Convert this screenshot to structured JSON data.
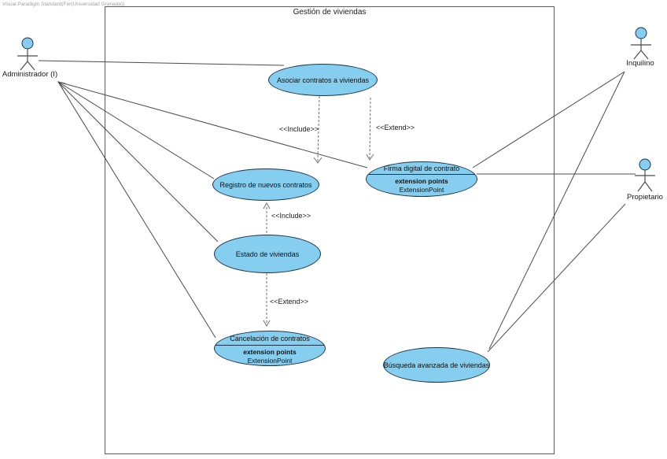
{
  "watermark": "Visual Paradigm Standard(Fer(Universidad Granada))",
  "system": {
    "title": "Gestión de viviendas"
  },
  "actors": {
    "administrador": {
      "label": "Administrador (I)"
    },
    "inquilino": {
      "label": "Inquilino"
    },
    "propietario": {
      "label": "Propietario"
    }
  },
  "usecases": {
    "asociar": {
      "label": "Asociar contratos a viviendas"
    },
    "registro": {
      "label": "Registro de nuevos contratos"
    },
    "firma": {
      "label": "Firma digital de contrato",
      "ext_title": "extension points",
      "ext_value": "ExtensionPoint"
    },
    "estado": {
      "label": "Estado de viviendas"
    },
    "cancelacion": {
      "label": "Cancelación de contratos",
      "ext_title": "extension points",
      "ext_value": "ExtensionPoint"
    },
    "busqueda": {
      "label": "Búsqueda avanzada de viviendas"
    }
  },
  "stereotypes": {
    "include_top": "<<Include>>",
    "extend_top": "<<Extend>>",
    "include_mid": "<<Include>>",
    "extend_mid": "<<Extend>>"
  },
  "colors": {
    "usecase_fill": "#85CEEF",
    "usecase_border": "#1d3349",
    "line_color": "#4c4c4c",
    "dashed_color": "#707070"
  }
}
